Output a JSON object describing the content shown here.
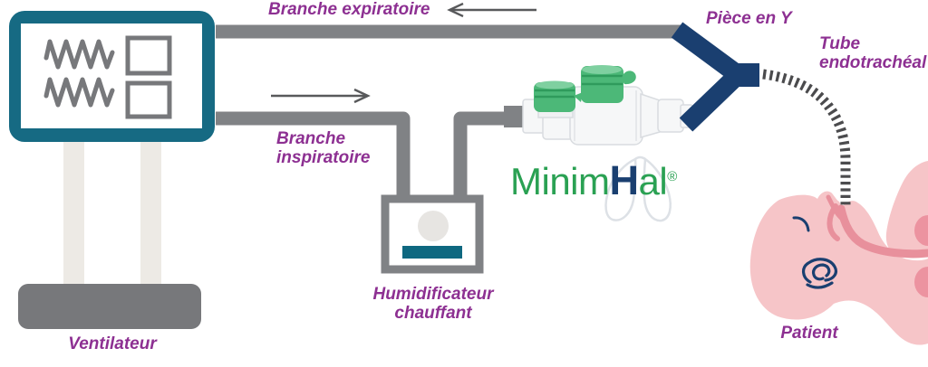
{
  "labels": {
    "branche_expiratoire": "Branche expiratoire",
    "branche_inspiratoire_1": "Branche",
    "branche_inspiratoire_2": "inspiratoire",
    "piece_en_y": "Pièce en Y",
    "tube_endotracheal_1": "Tube",
    "tube_endotracheal_2": "endotrachéal",
    "humidificateur_1": "Humidificateur",
    "humidificateur_2": "chauffant",
    "ventilateur": "Ventilateur",
    "patient": "Patient"
  },
  "logo": {
    "part1": "Minim",
    "part2": "H",
    "part3": "al",
    "registered": "®"
  },
  "colors": {
    "label_purple": "#8d3092",
    "tube_gray": "#808285",
    "ventilator_teal": "#166a83",
    "humidifier_teal": "#0e6880",
    "y_piece_navy": "#1a3f70",
    "logo_green": "#2aa153",
    "cap_green": "#4cb878",
    "skin_pink": "#f6c5c8",
    "airway_pink": "#e8909c",
    "arrow_gray": "#58595b",
    "dash_gray": "#4b4b4d",
    "leg_gray": "#edeae5",
    "base_gray": "#77787b"
  }
}
